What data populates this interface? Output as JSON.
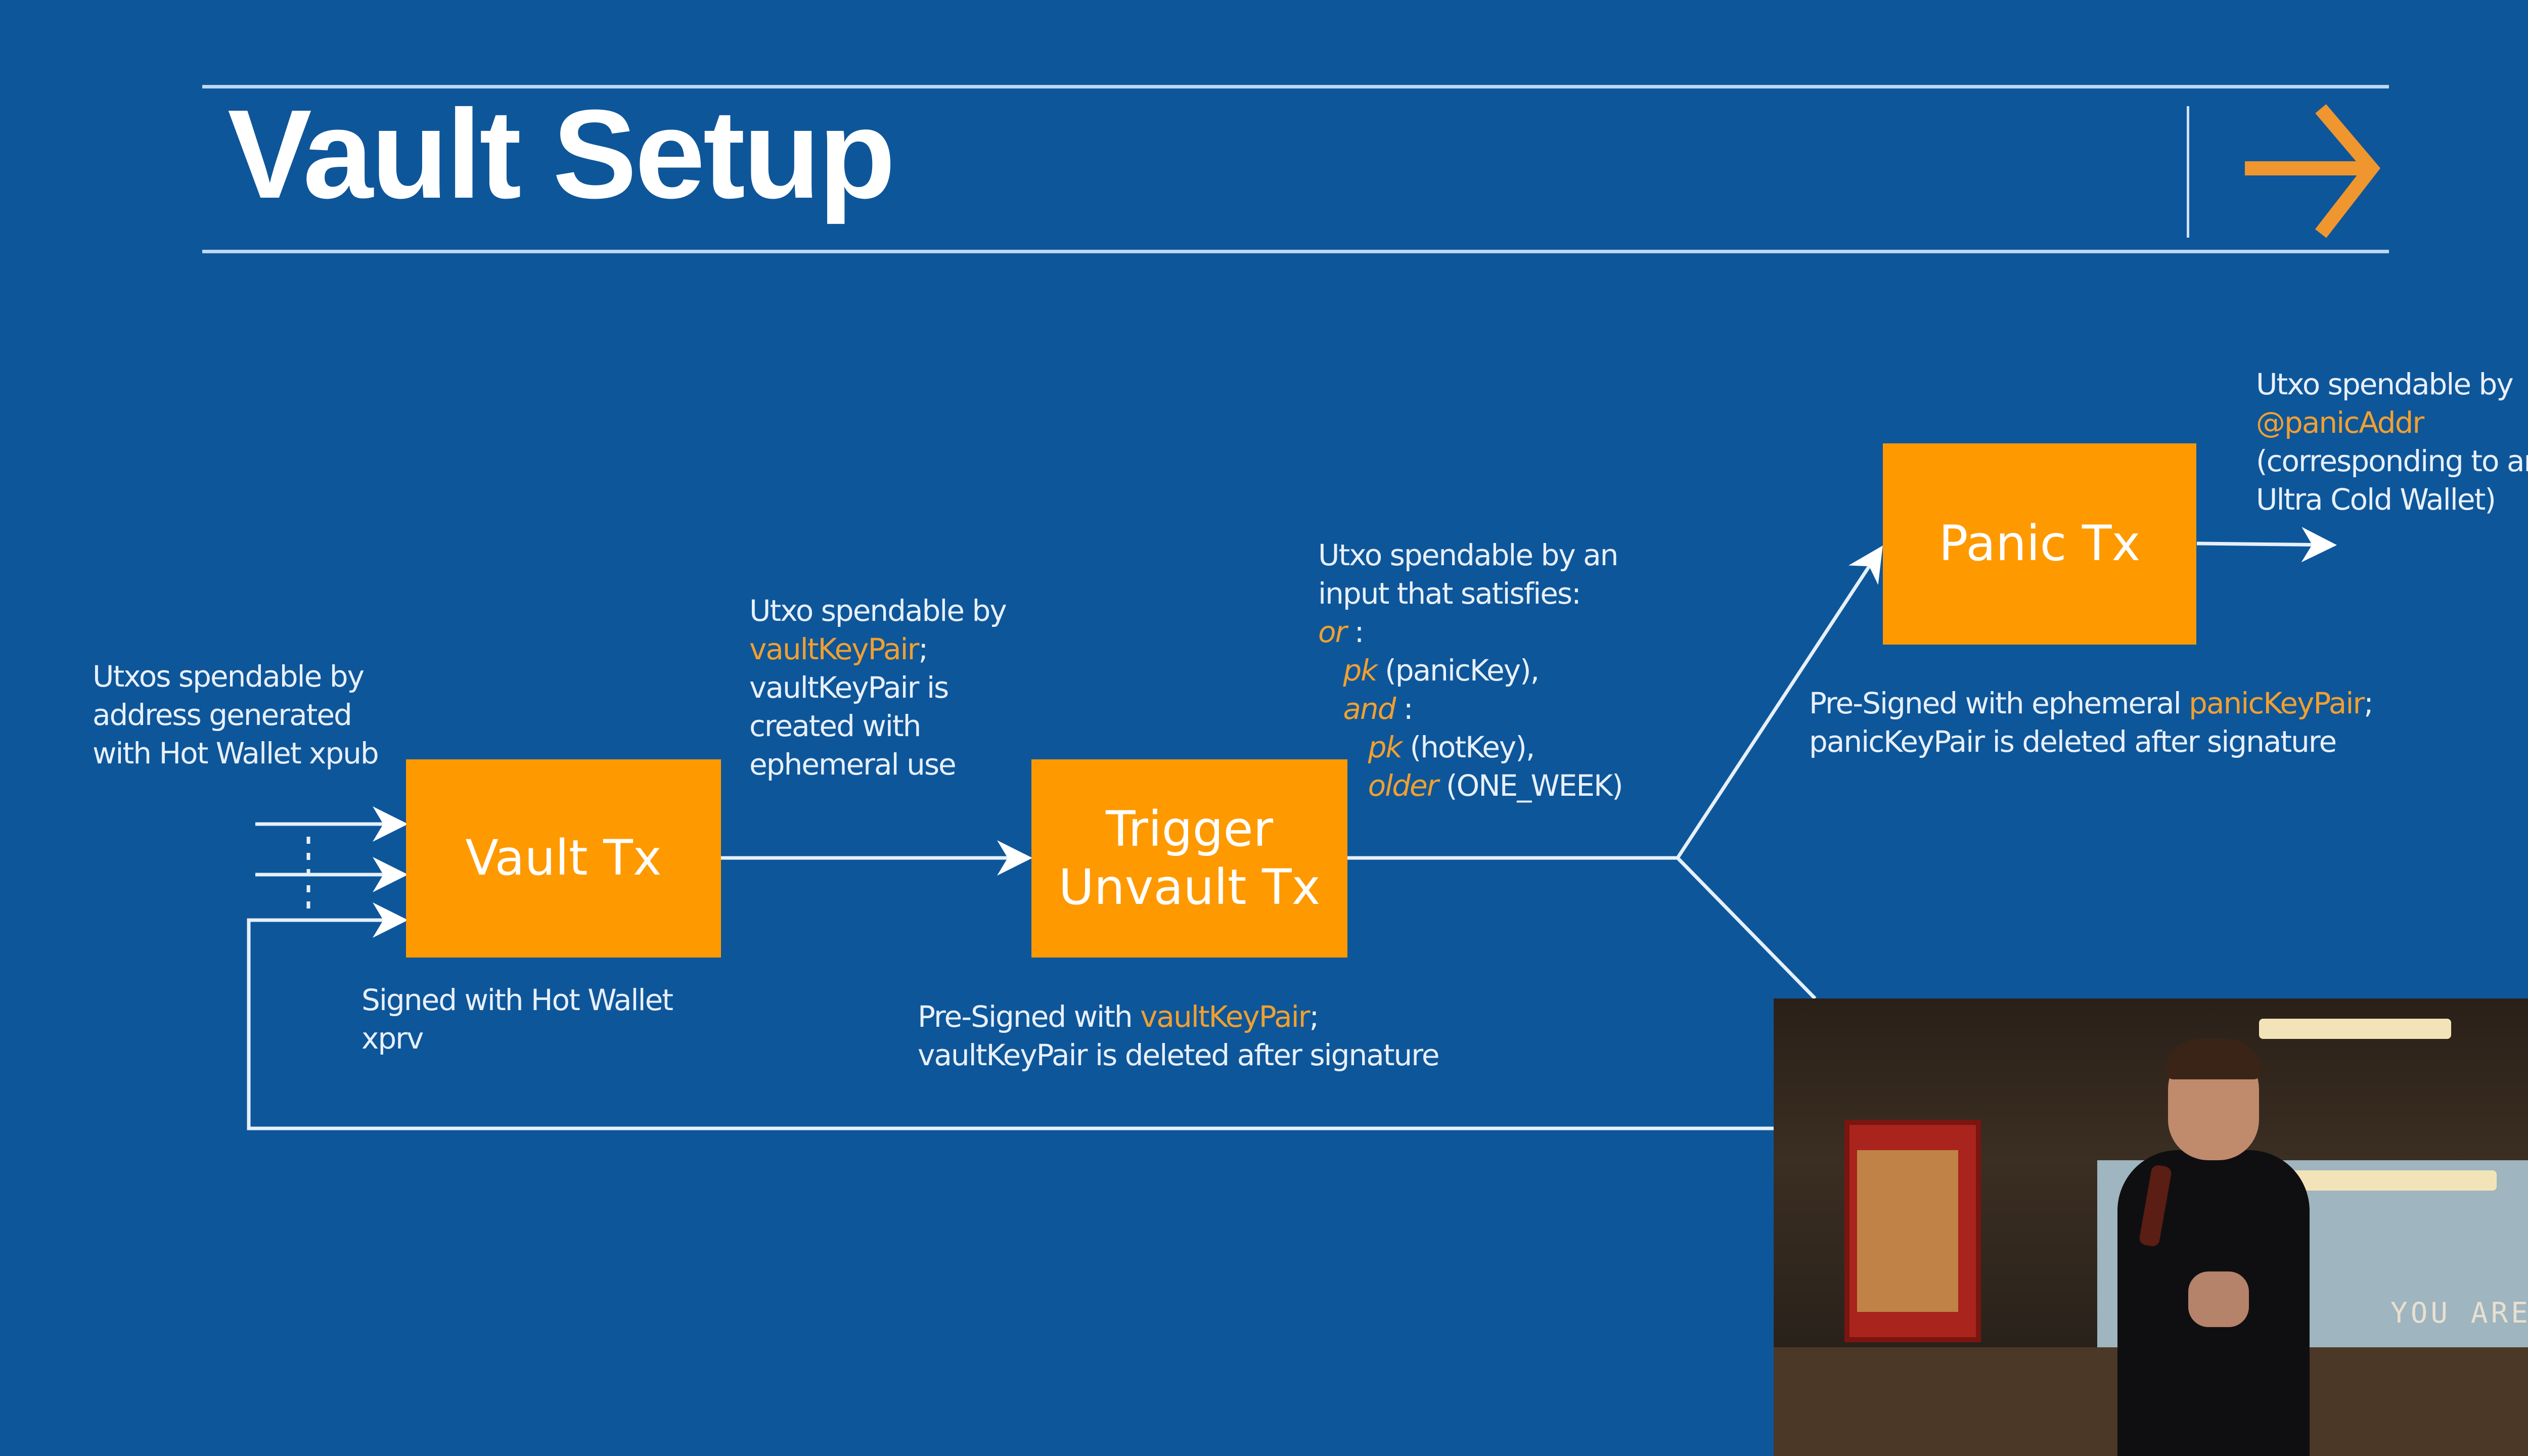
{
  "slide": {
    "title": "Vault Setup",
    "next_icon": "arrow-right-icon",
    "colors": {
      "background": "#0e569a",
      "box": "#ff9900",
      "highlight": "#f0a030",
      "rule": "#bcd8f4",
      "text": "#ffffff"
    }
  },
  "nodes": {
    "vault_tx": "Vault Tx",
    "trigger_unvault_tx_line1": "Trigger",
    "trigger_unvault_tx_line2": "Unvault Tx",
    "panic_tx": "Panic Tx"
  },
  "notes": {
    "inputs": {
      "line1": "Utxos spendable by",
      "line2": "address generated",
      "line3": "with Hot Wallet xpub"
    },
    "vault_signed": {
      "line1": "Signed with Hot Wallet",
      "line2": "xprv"
    },
    "vault_output": {
      "line1": "Utxo spendable by",
      "line2_hl": "vaultKeyPair",
      "line2_rest": ";",
      "line3": "vaultKeyPair is",
      "line4": "created with",
      "line5": "ephemeral use"
    },
    "trigger_signed": {
      "line1_pre": "Pre-Signed with ",
      "line1_hl": "vaultKeyPair",
      "line1_post": ";",
      "line2": "vaultKeyPair is deleted after signature"
    },
    "trigger_output": {
      "line1": "Utxo spendable by an",
      "line2": "input that satisfies:",
      "or_kw": "or",
      "or_colon": " :",
      "pk1_kw": "pk",
      "pk1_arg": " (panicKey),",
      "and_kw": "and",
      "and_colon": " :",
      "pk2_kw": "pk",
      "pk2_arg": " (hotKey),",
      "older_kw": "older",
      "older_arg": " (ONE_WEEK)"
    },
    "panic_signed": {
      "line1_pre": "Pre-Signed with ephemeral ",
      "line1_hl": "panicKeyPair",
      "line1_post": ";",
      "line2": "panicKeyPair is deleted after signature"
    },
    "panic_output": {
      "line1": "Utxo spendable by",
      "line2_hl": "@panicAddr",
      "line3": "(corresponding to an",
      "line4": "Ultra Cold Wallet)"
    }
  },
  "video_overlay": {
    "sign_text": "YOU ARE"
  }
}
